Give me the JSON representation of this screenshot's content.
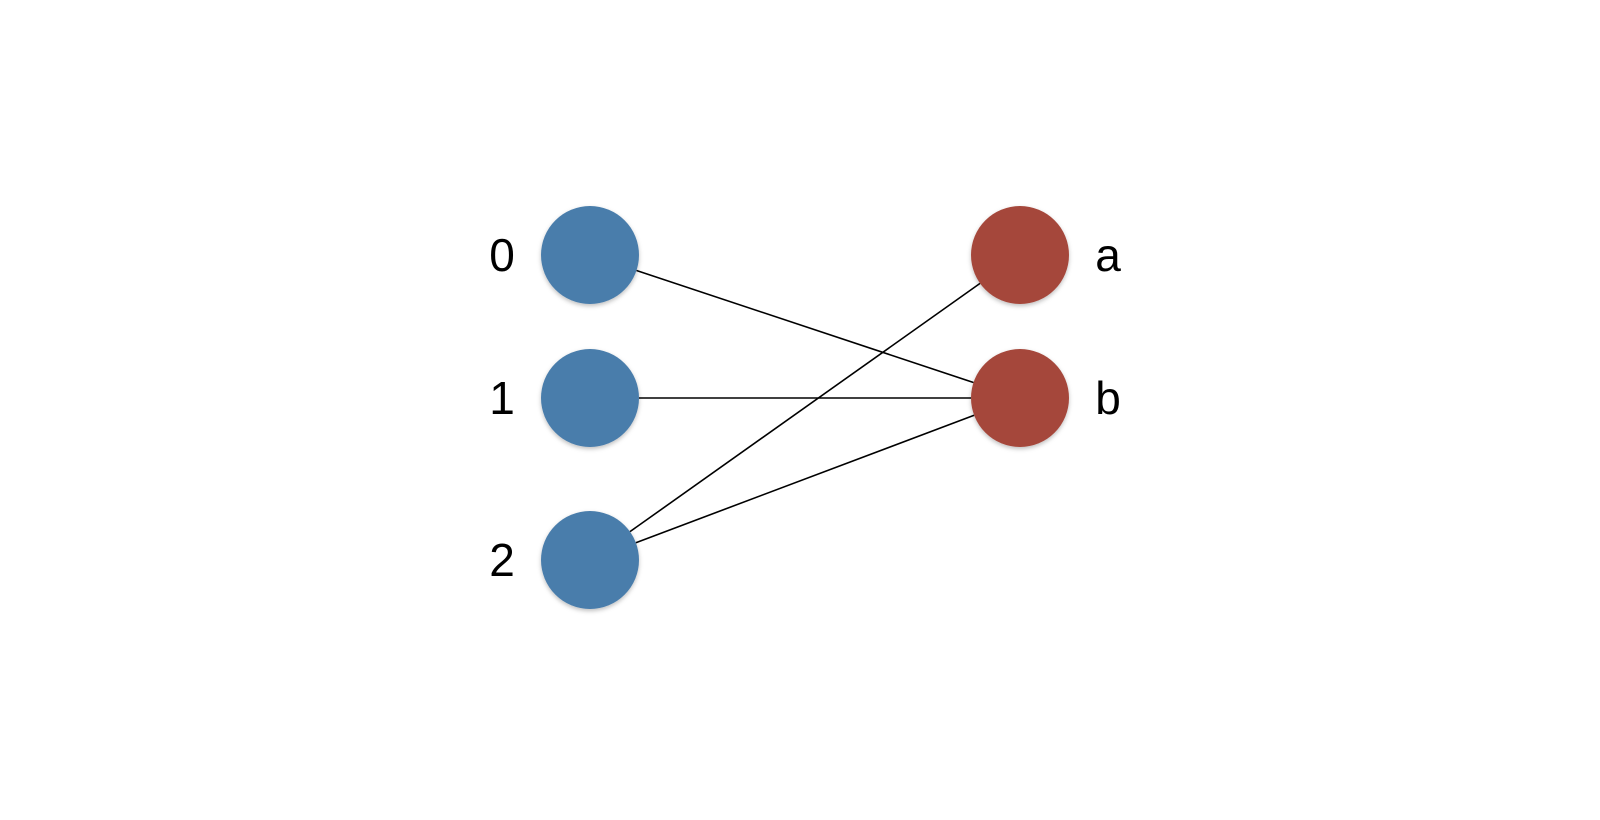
{
  "diagram": {
    "type": "bipartite-graph",
    "left_nodes": [
      {
        "id": "0",
        "label": "0"
      },
      {
        "id": "1",
        "label": "1"
      },
      {
        "id": "2",
        "label": "2"
      }
    ],
    "right_nodes": [
      {
        "id": "a",
        "label": "a"
      },
      {
        "id": "b",
        "label": "b"
      }
    ],
    "edges": [
      {
        "from": "0",
        "to": "b"
      },
      {
        "from": "1",
        "to": "b"
      },
      {
        "from": "2",
        "to": "a"
      },
      {
        "from": "2",
        "to": "b"
      }
    ],
    "colors": {
      "left_node": "#4a7dab",
      "right_node": "#a5473a",
      "edge": "#000000",
      "background": "#ffffff"
    }
  }
}
